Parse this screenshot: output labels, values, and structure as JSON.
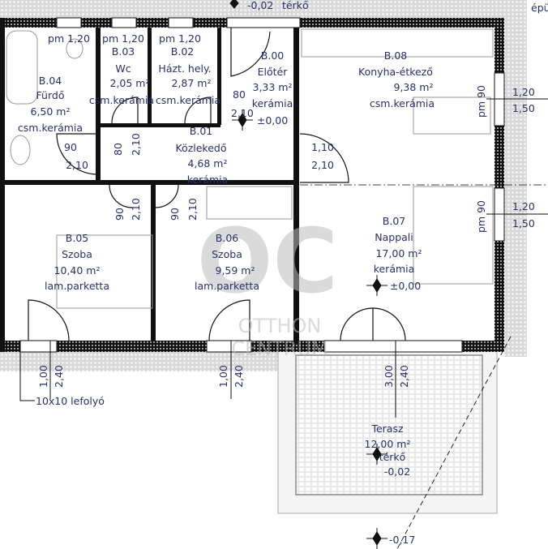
{
  "plan": {
    "top_level": "-0,02",
    "top_paving": "térkő",
    "top_right_cut": "épü",
    "parapets": [
      "pm 1,20",
      "pm 1,20",
      "pm 1,20"
    ],
    "rooms": [
      {
        "id": "B.04",
        "name": "Fürdő",
        "area": "6,50 m²",
        "floor": "csm.kerámia"
      },
      {
        "id": "B.03",
        "name": "Wc",
        "area": "2,05 m²",
        "floor": "csm.kerámia"
      },
      {
        "id": "B.02",
        "name": "Házt. hely.",
        "area": "2,87 m²",
        "floor": "csm.kerámia"
      },
      {
        "id": "B.00",
        "name": "Előtér",
        "area": "3,33 m²",
        "floor": "kerámia",
        "level": "±0,00"
      },
      {
        "id": "B.08",
        "name": "Konyha-étkező",
        "area": "9,38 m²",
        "floor": "csm.kerámia"
      },
      {
        "id": "B.01",
        "name": "Közlekedő",
        "area": "4,68 m²",
        "floor": "kerámia"
      },
      {
        "id": "B.05",
        "name": "Szoba",
        "area": "10,40 m²",
        "floor": "lam.parketta"
      },
      {
        "id": "B.06",
        "name": "Szoba",
        "area": "9,59 m²",
        "floor": "lam.parketta"
      },
      {
        "id": "B.07",
        "name": "Nappali",
        "area": "17,00 m²",
        "floor": "kerámia",
        "level": "±0,00"
      }
    ],
    "terrace": {
      "name": "Terasz",
      "area": "12,00 m²",
      "floor": "térkő",
      "level": "-0,02"
    },
    "outside_level": "-0,17",
    "drain_note": "10x10 lefolyó",
    "doors": {
      "d_eloter": [
        "80",
        "2,10"
      ],
      "d_furdo": [
        "90",
        "2,10"
      ],
      "d_wc": [
        "80",
        "2,10"
      ],
      "d_konyha": [
        "1,10",
        "2,10"
      ],
      "d_szoba1": [
        "90",
        "2,10"
      ],
      "d_szoba2": [
        "90",
        "2,10"
      ]
    },
    "windows": {
      "konyha": [
        "1,20",
        "1,50",
        "pm 90"
      ],
      "nappali": [
        "1,20",
        "1,50",
        "pm 90"
      ],
      "szoba1": [
        "1,00",
        "2,40"
      ],
      "szoba2": [
        "1,00",
        "2,40"
      ],
      "nappali_door": [
        "3,00",
        "2,40"
      ]
    },
    "watermark": [
      "OTTHON",
      "CENTRUM"
    ],
    "colors": {
      "text": "#2b2f6b",
      "wall": "#111111",
      "paving": "#d4d4d4"
    }
  }
}
